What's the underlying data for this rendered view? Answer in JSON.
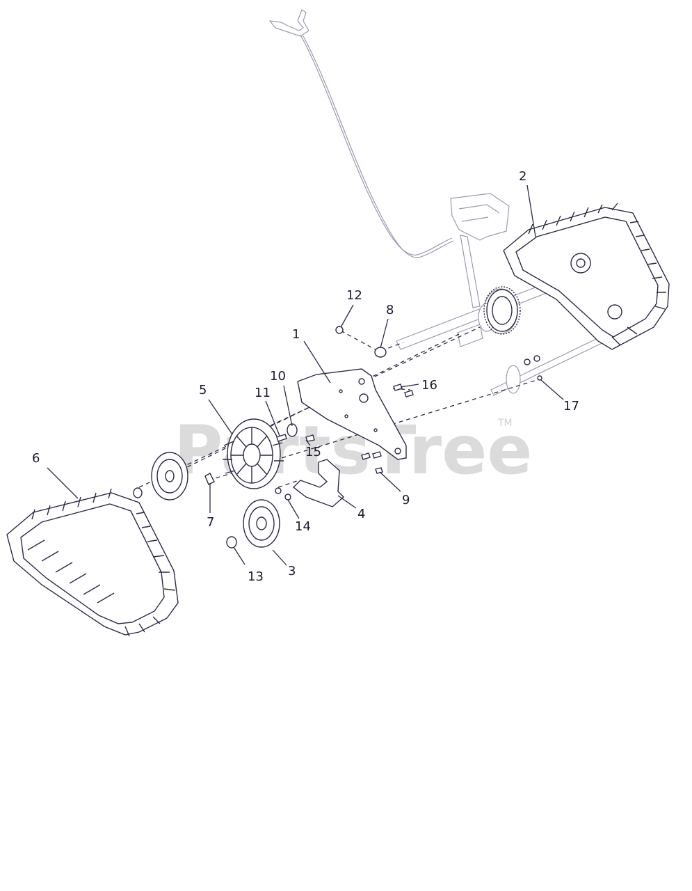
{
  "watermark": {
    "text": "PartsTree",
    "tm": "TM"
  },
  "callouts": [
    {
      "id": "1",
      "label": "1"
    },
    {
      "id": "2",
      "label": "2"
    },
    {
      "id": "3",
      "label": "3"
    },
    {
      "id": "4",
      "label": "4"
    },
    {
      "id": "5",
      "label": "5"
    },
    {
      "id": "6",
      "label": "6"
    },
    {
      "id": "7",
      "label": "7"
    },
    {
      "id": "8",
      "label": "8"
    },
    {
      "id": "9",
      "label": "9"
    },
    {
      "id": "10",
      "label": "10"
    },
    {
      "id": "11",
      "label": "11"
    },
    {
      "id": "12",
      "label": "12"
    },
    {
      "id": "13",
      "label": "13"
    },
    {
      "id": "14",
      "label": "14"
    },
    {
      "id": "15",
      "label": "15"
    },
    {
      "id": "16",
      "label": "16"
    },
    {
      "id": "17",
      "label": "17"
    }
  ],
  "colors": {
    "ink": "#2a2a44",
    "watermark": "#cfcfcf",
    "background": "#ffffff"
  }
}
